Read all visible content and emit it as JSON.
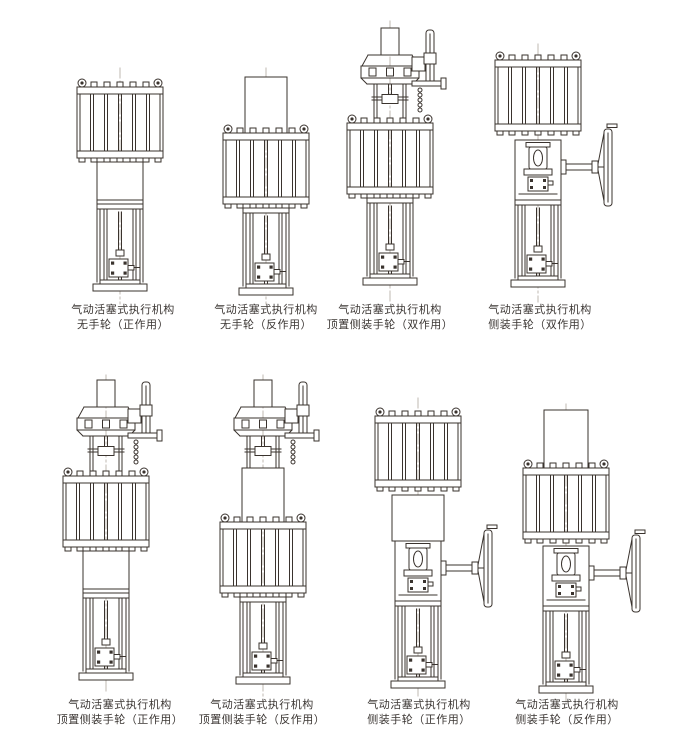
{
  "page": {
    "background": "#ffffff",
    "line_color": "#3a332e",
    "centerline_color": "#b9b1aa",
    "text_color": "#3b3633"
  },
  "figures": [
    {
      "line1": "气动活塞式执行机构",
      "line2": "无手轮（正作用）",
      "handwheel": "none",
      "action": "direct"
    },
    {
      "line1": "气动活塞式执行机构",
      "line2": "无手轮（反作用）",
      "handwheel": "none",
      "action": "reverse"
    },
    {
      "line1": "气动活塞式执行机构",
      "line2": "顶置侧装手轮（双作用）",
      "handwheel": "top-side-mounted",
      "action": "double"
    },
    {
      "line1": "气动活塞式执行机构",
      "line2": "侧装手轮（双作用）",
      "handwheel": "side-mounted",
      "action": "double"
    },
    {
      "line1": "气动活塞式执行机构",
      "line2": "顶置侧装手轮（正作用）",
      "handwheel": "top-side-mounted",
      "action": "direct"
    },
    {
      "line1": "气动活塞式执行机构",
      "line2": "顶置侧装手轮（反作用）",
      "handwheel": "top-side-mounted",
      "action": "reverse"
    },
    {
      "line1": "气动活塞式执行机构",
      "line2": "侧装手轮（正作用）",
      "handwheel": "side-mounted",
      "action": "direct"
    },
    {
      "line1": "气动活塞式执行机构",
      "line2": "侧装手轮（反作用）",
      "handwheel": "side-mounted",
      "action": "reverse"
    }
  ]
}
